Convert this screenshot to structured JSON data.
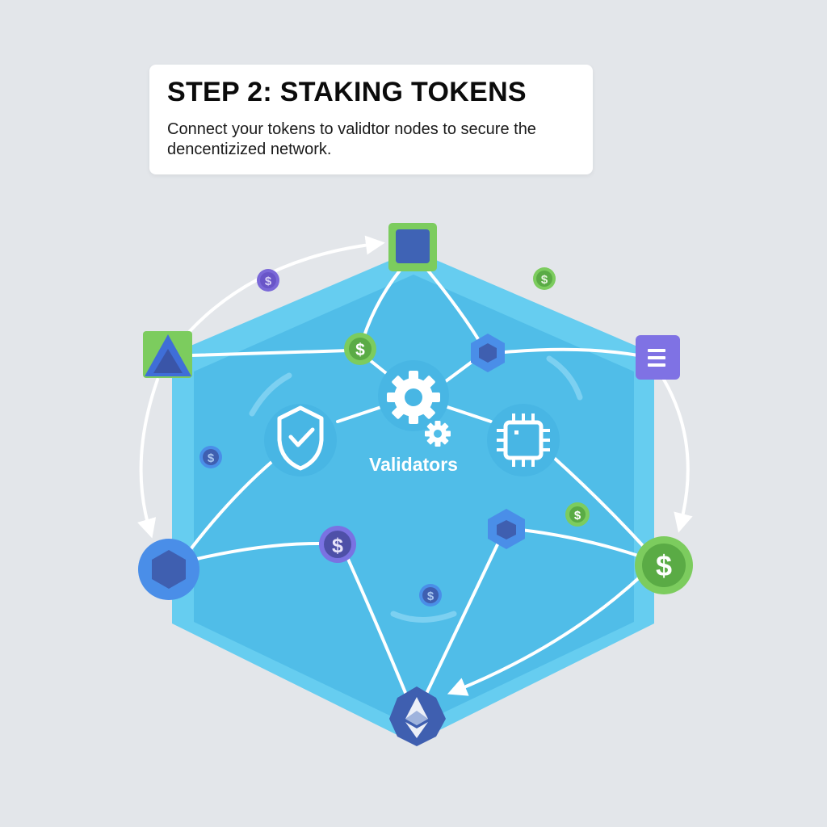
{
  "card": {
    "title": "STEP 2: STAKING TOKENS",
    "description": "Connect your tokens to validtor nodes to secure the dencentizized network."
  },
  "diagram": {
    "center_label": "Validators",
    "center_icons": [
      "shield-check-icon",
      "gear-icon",
      "small-gear-icon",
      "cpu-chip-icon"
    ],
    "nodes": [
      {
        "name": "top-square-node",
        "icon": "square-icon",
        "color": "#3f63b5",
        "border": "#7ccc5e"
      },
      {
        "name": "left-triangle-node",
        "icon": "triangle-icon",
        "color": "#3f6ed8",
        "border": "#7ccc5e"
      },
      {
        "name": "right-menu-node",
        "icon": "menu-icon",
        "color": "#8070e0"
      },
      {
        "name": "left-hexagon-node",
        "icon": "hexagon-icon",
        "color": "#3f5fb0",
        "border": "#4a8ee8"
      },
      {
        "name": "right-dollar-node",
        "icon": "dollar-icon",
        "color": "#5aab45",
        "border": "#7ccc5e"
      },
      {
        "name": "bottom-ethereum-node",
        "icon": "ethereum-icon",
        "color": "#3f5fb0"
      }
    ],
    "tokens": [
      {
        "symbol": "$",
        "color": "purple"
      },
      {
        "symbol": "$",
        "color": "green"
      },
      {
        "symbol": "$",
        "color": "green"
      },
      {
        "symbol": "$",
        "color": "blue"
      },
      {
        "symbol": "$",
        "color": "purple"
      },
      {
        "symbol": "$",
        "color": "green"
      },
      {
        "symbol": "$",
        "color": "blue"
      }
    ],
    "colors": {
      "background": "#e3e6ea",
      "hexagon_outer": "#66cdf0",
      "hexagon_inner": "#50bde8",
      "links": "#ffffff",
      "green": "#7ccc5e",
      "purple": "#7a68d8",
      "blue": "#4a8ee8",
      "navy": "#3f5fb0"
    }
  }
}
